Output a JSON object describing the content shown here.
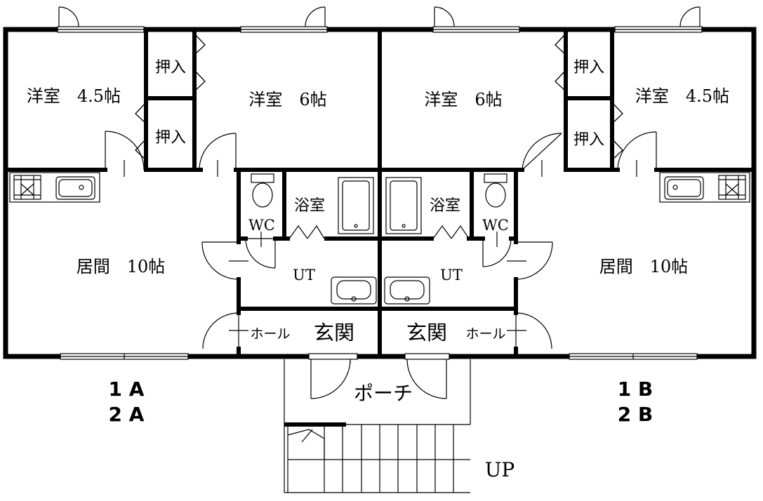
{
  "rooms": {
    "western_a_small": "洋室　4.5帖",
    "western_a_large": "洋室　6帖",
    "western_b_large": "洋室　6帖",
    "western_b_small": "洋室　4.5帖",
    "closet_a_top": "押入",
    "closet_a_mid": "押入",
    "closet_b_top": "押入",
    "closet_b_mid": "押入",
    "living_a": "居間　10帖",
    "living_b": "居間　10帖",
    "bath_a": "浴室",
    "bath_b": "浴室",
    "wc_a": "WC",
    "wc_b": "WC",
    "utility_a": "UT",
    "utility_b": "UT",
    "hall_a": "ホール",
    "hall_b": "ホール",
    "entry_a": "玄関",
    "entry_b": "玄関",
    "porch": "ポーチ",
    "stairs_up": "UP"
  },
  "units": {
    "a_line1": "1 A",
    "a_line2": "2 A",
    "b_line1": "1 B",
    "b_line2": "2 B"
  }
}
